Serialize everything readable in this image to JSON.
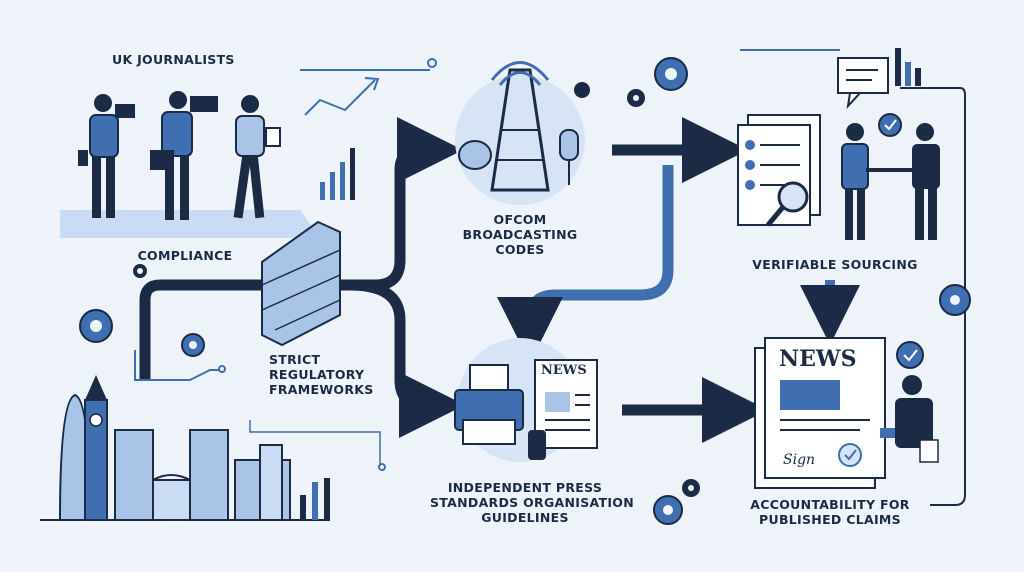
{
  "labels": {
    "journalists": "UK JOURNALISTS",
    "compliance": "COMPLIANCE",
    "regulatory_1": "STRICT",
    "regulatory_2": "REGULATORY",
    "regulatory_3": "FRAMEWORKS",
    "ofcom_1": "OFCOM",
    "ofcom_2": "BROADCASTING",
    "ofcom_3": "CODES",
    "ipso_1": "INDEPENDENT PRESS",
    "ipso_2": "STANDARDS ORGANISATION",
    "ipso_3": "GUIDELINES",
    "sourcing": "VERIFIABLE SOURCING",
    "accountability_1": "ACCOUNTABILITY FOR",
    "accountability_2": "PUBLISHED CLAIMS",
    "news_sign_1": "NEWS",
    "news_sign_2": "NEWS",
    "signature": "Sign"
  },
  "colors": {
    "navy": "#1b2a45",
    "blue": "#3f6fb0",
    "light_blue": "#a9c4e6",
    "pale_blue": "#d6e4f5",
    "background": "#eef3f9"
  }
}
